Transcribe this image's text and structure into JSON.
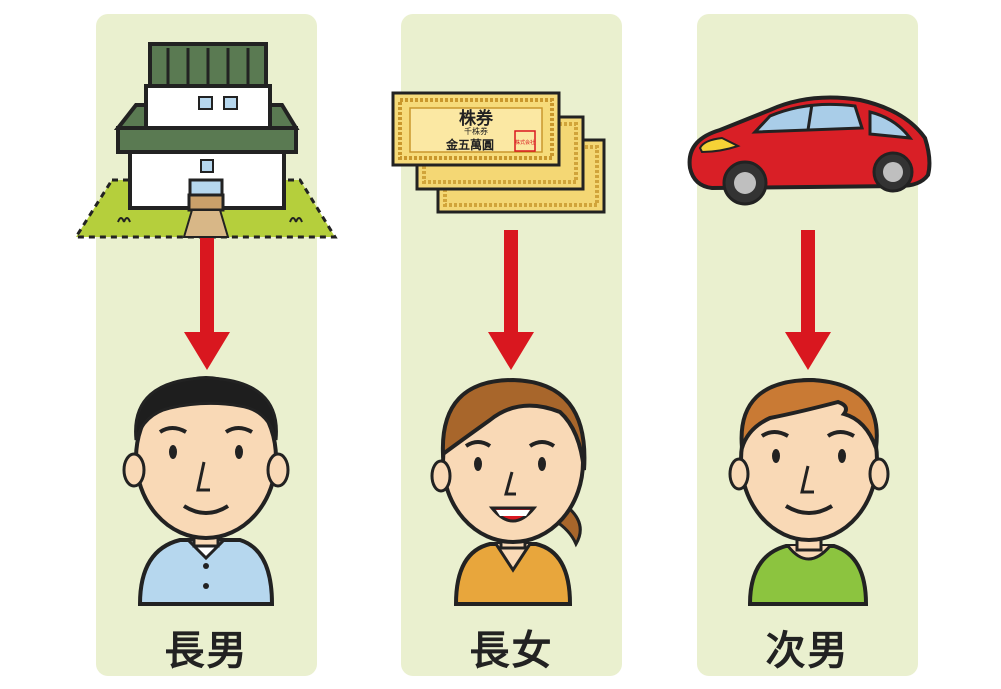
{
  "heirs": [
    {
      "asset": "house-icon",
      "label": "長男"
    },
    {
      "asset": "stock-certificate-icon",
      "label": "長女"
    },
    {
      "asset": "car-icon",
      "label": "次男"
    }
  ],
  "certificate": {
    "title": "株券",
    "subtitle": "千株券",
    "amount": "金五萬圓",
    "seal_text": "株式会社"
  },
  "colors": {
    "panel": "#eaf0cf",
    "arrow": "#d9171f",
    "car": "#d91f26",
    "hair_girl": "#a8662b",
    "hair_boy": "#c97a34",
    "shirt_1": "#b6d7ee",
    "shirt_2": "#e8a63c",
    "shirt_3": "#8cc43f"
  }
}
